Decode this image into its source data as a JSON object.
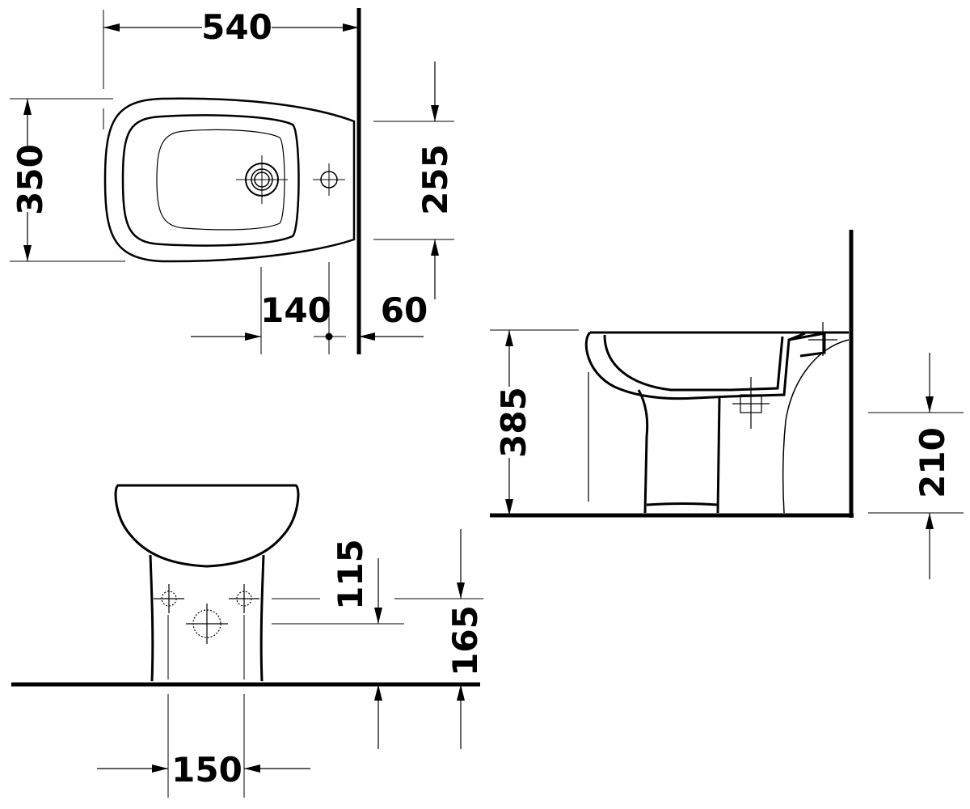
{
  "dimensions": {
    "top_width": "540",
    "top_depth": "350",
    "top_wall_to_bowl_front": "255",
    "top_tap_hole_offset": "140",
    "top_wall_gap": "60",
    "side_height": "385",
    "side_outlet_height": "210",
    "front_inlet_height": "115",
    "front_outlet_height": "165",
    "front_pedestal_width": "150"
  },
  "colors": {
    "line": "#000000",
    "background": "#ffffff"
  }
}
